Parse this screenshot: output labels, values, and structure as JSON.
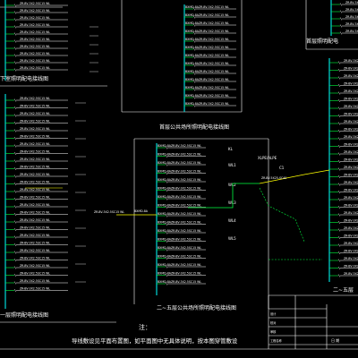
{
  "diagram": {
    "titles": {
      "basement": "下室照明配电接线图",
      "first_floor_public": "首层公共场所照明配电接线图",
      "floor_2_5_public": "二~五层公共场所照明配电接线图",
      "floor_1_2_lighting": "一层照明配电接线图",
      "first_floor_top_right": "首层照明配电",
      "floor_2_5_right": "二~五层"
    },
    "note_label": "注：",
    "note_text": "导线敷设见平面布置图，如平面图中无具体说明，按本图穿管敷设",
    "breaker_label": "BXMD-8A",
    "feeder_label": "ZR-BV-3X2.5SC15 WL",
    "riser_label": "ZR-BV-5X25-SC40",
    "incoming_label": "XLPE/ALPE",
    "meter_label": "C1",
    "node_labels": [
      "KL",
      "WL1",
      "WL2",
      "WL3",
      "WL4",
      "WL5"
    ],
    "title_block": {
      "rows": [
        "设计",
        "校对",
        "审核",
        "工程名称"
      ],
      "right_label": "日 期"
    }
  }
}
